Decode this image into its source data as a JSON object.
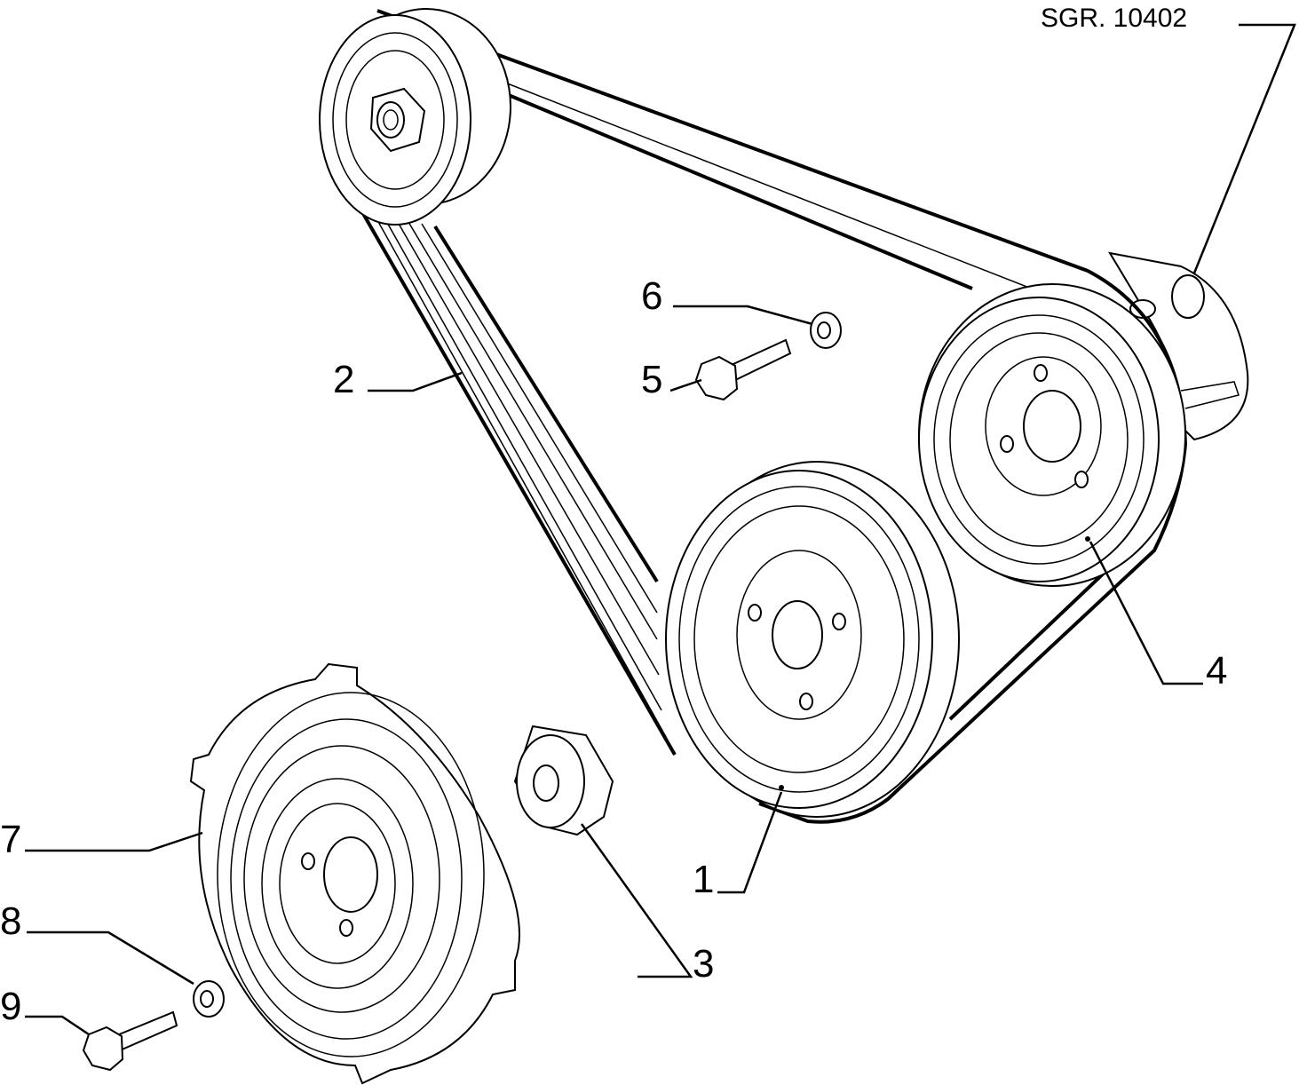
{
  "reference": "SGR. 10402",
  "callouts": {
    "c1": "1",
    "c2": "2",
    "c3": "3",
    "c4": "4",
    "c5": "5",
    "c6": "6",
    "c7": "7",
    "c8": "8",
    "c9": "9"
  }
}
